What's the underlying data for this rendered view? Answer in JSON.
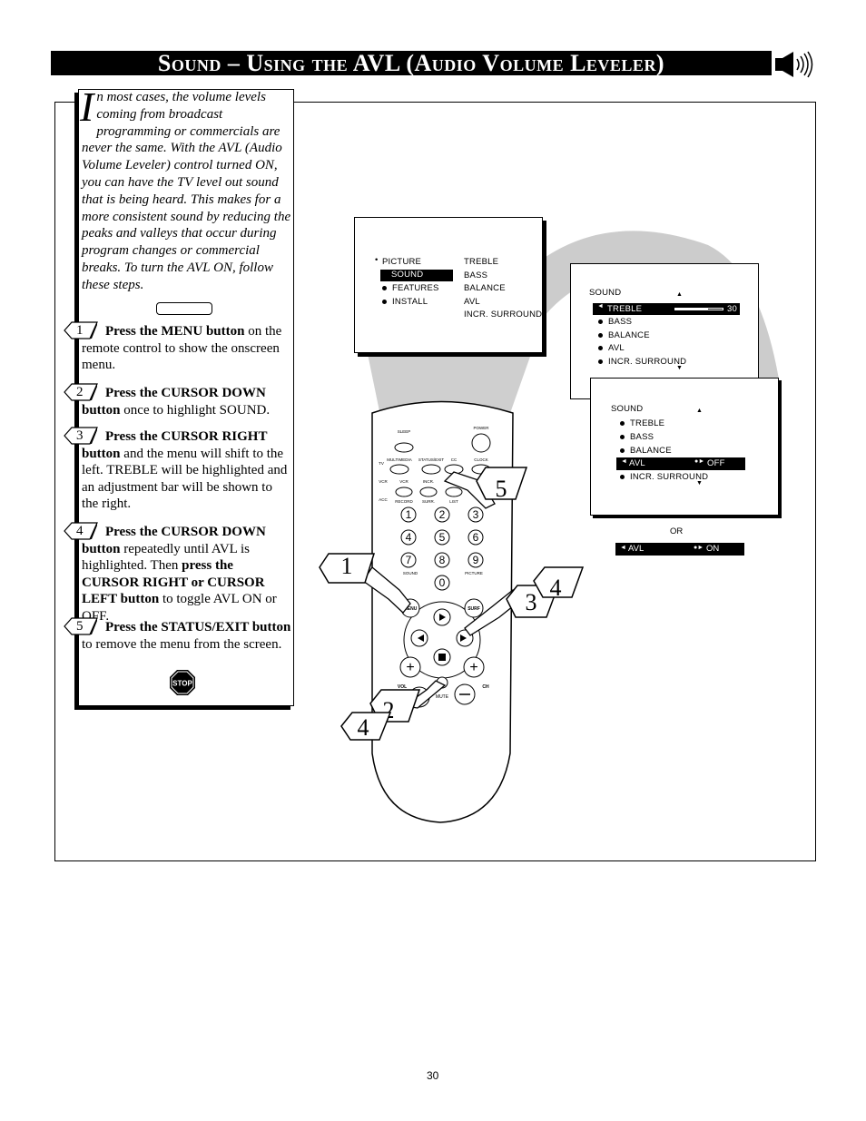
{
  "header": {
    "title": "Sound – Using the AVL (Audio Volume Leveler)",
    "icon": "speaker-icon"
  },
  "intro": {
    "dropcap": "I",
    "text": "n most cases, the volume levels coming from broadcast programming or commercials are never the same.  With the AVL (Audio Volume Leveler) control turned ON, you can have the TV level out sound that is being heard.  This makes for a more consistent sound by reducing the peaks and valleys that occur during program changes or commercial breaks.  To turn the AVL ON, follow these steps."
  },
  "steps": [
    {
      "num": "1",
      "bold": "Press the MENU button",
      "rest": " on the remote control to show the onscreen menu."
    },
    {
      "num": "2",
      "bold": "Press the CURSOR DOWN button",
      "rest": " once to highlight SOUND."
    },
    {
      "num": "3",
      "bold": "Press the CURSOR RIGHT button",
      "rest": " and the menu will shift to the left. TREBLE will be highlighted and an adjustment bar will be shown to the right."
    },
    {
      "num": "4",
      "bold": "Press the CURSOR DOWN button",
      "rest": " repeatedly until AVL is highlighted.  Then ",
      "bold2": "press the CURSOR RIGHT or CURSOR LEFT button",
      "rest2": " to toggle AVL ON or OFF."
    },
    {
      "num": "5",
      "bold": "Press the STATUS/EXIT button",
      "rest": " to remove the menu from the screen."
    }
  ],
  "stop_label": "STOP",
  "screen1": {
    "left_items": [
      "PICTURE",
      "SOUND",
      "FEATURES",
      "INSTALL"
    ],
    "right_items": [
      "TREBLE",
      "BASS",
      "BALANCE",
      "AVL",
      "INCR. SURROUND"
    ]
  },
  "screen2": {
    "title": "SOUND",
    "items": [
      "TREBLE",
      "BASS",
      "BALANCE",
      "AVL",
      "INCR. SURROUND"
    ],
    "treble_value": "30",
    "treble_level": 0.7
  },
  "screen3": {
    "title": "SOUND",
    "items": [
      "TREBLE",
      "BASS",
      "BALANCE",
      "AVL",
      "INCR. SURROUND"
    ],
    "avl_value": "OFF"
  },
  "or_label": "OR",
  "on_bar": {
    "label": "AVL",
    "value": "ON"
  },
  "remote": {
    "buttons": [
      "SLEEP",
      "POWER",
      "MULTIMEDIA",
      "STATUS/EXIT",
      "CC",
      "CLOCK",
      "TV",
      "VCR",
      "ACC",
      "VCR",
      "INCR.",
      "RECORD",
      "SURR.",
      "LIST",
      "SOUND",
      "PICTURE",
      "MENU",
      "SURF",
      "VOL",
      "CH",
      "MUTE"
    ],
    "digits": [
      "1",
      "2",
      "3",
      "4",
      "5",
      "6",
      "7",
      "8",
      "9",
      "0"
    ]
  },
  "hand_labels": [
    "1",
    "5",
    "3",
    "4",
    "2",
    "4"
  ],
  "page_number": "30"
}
